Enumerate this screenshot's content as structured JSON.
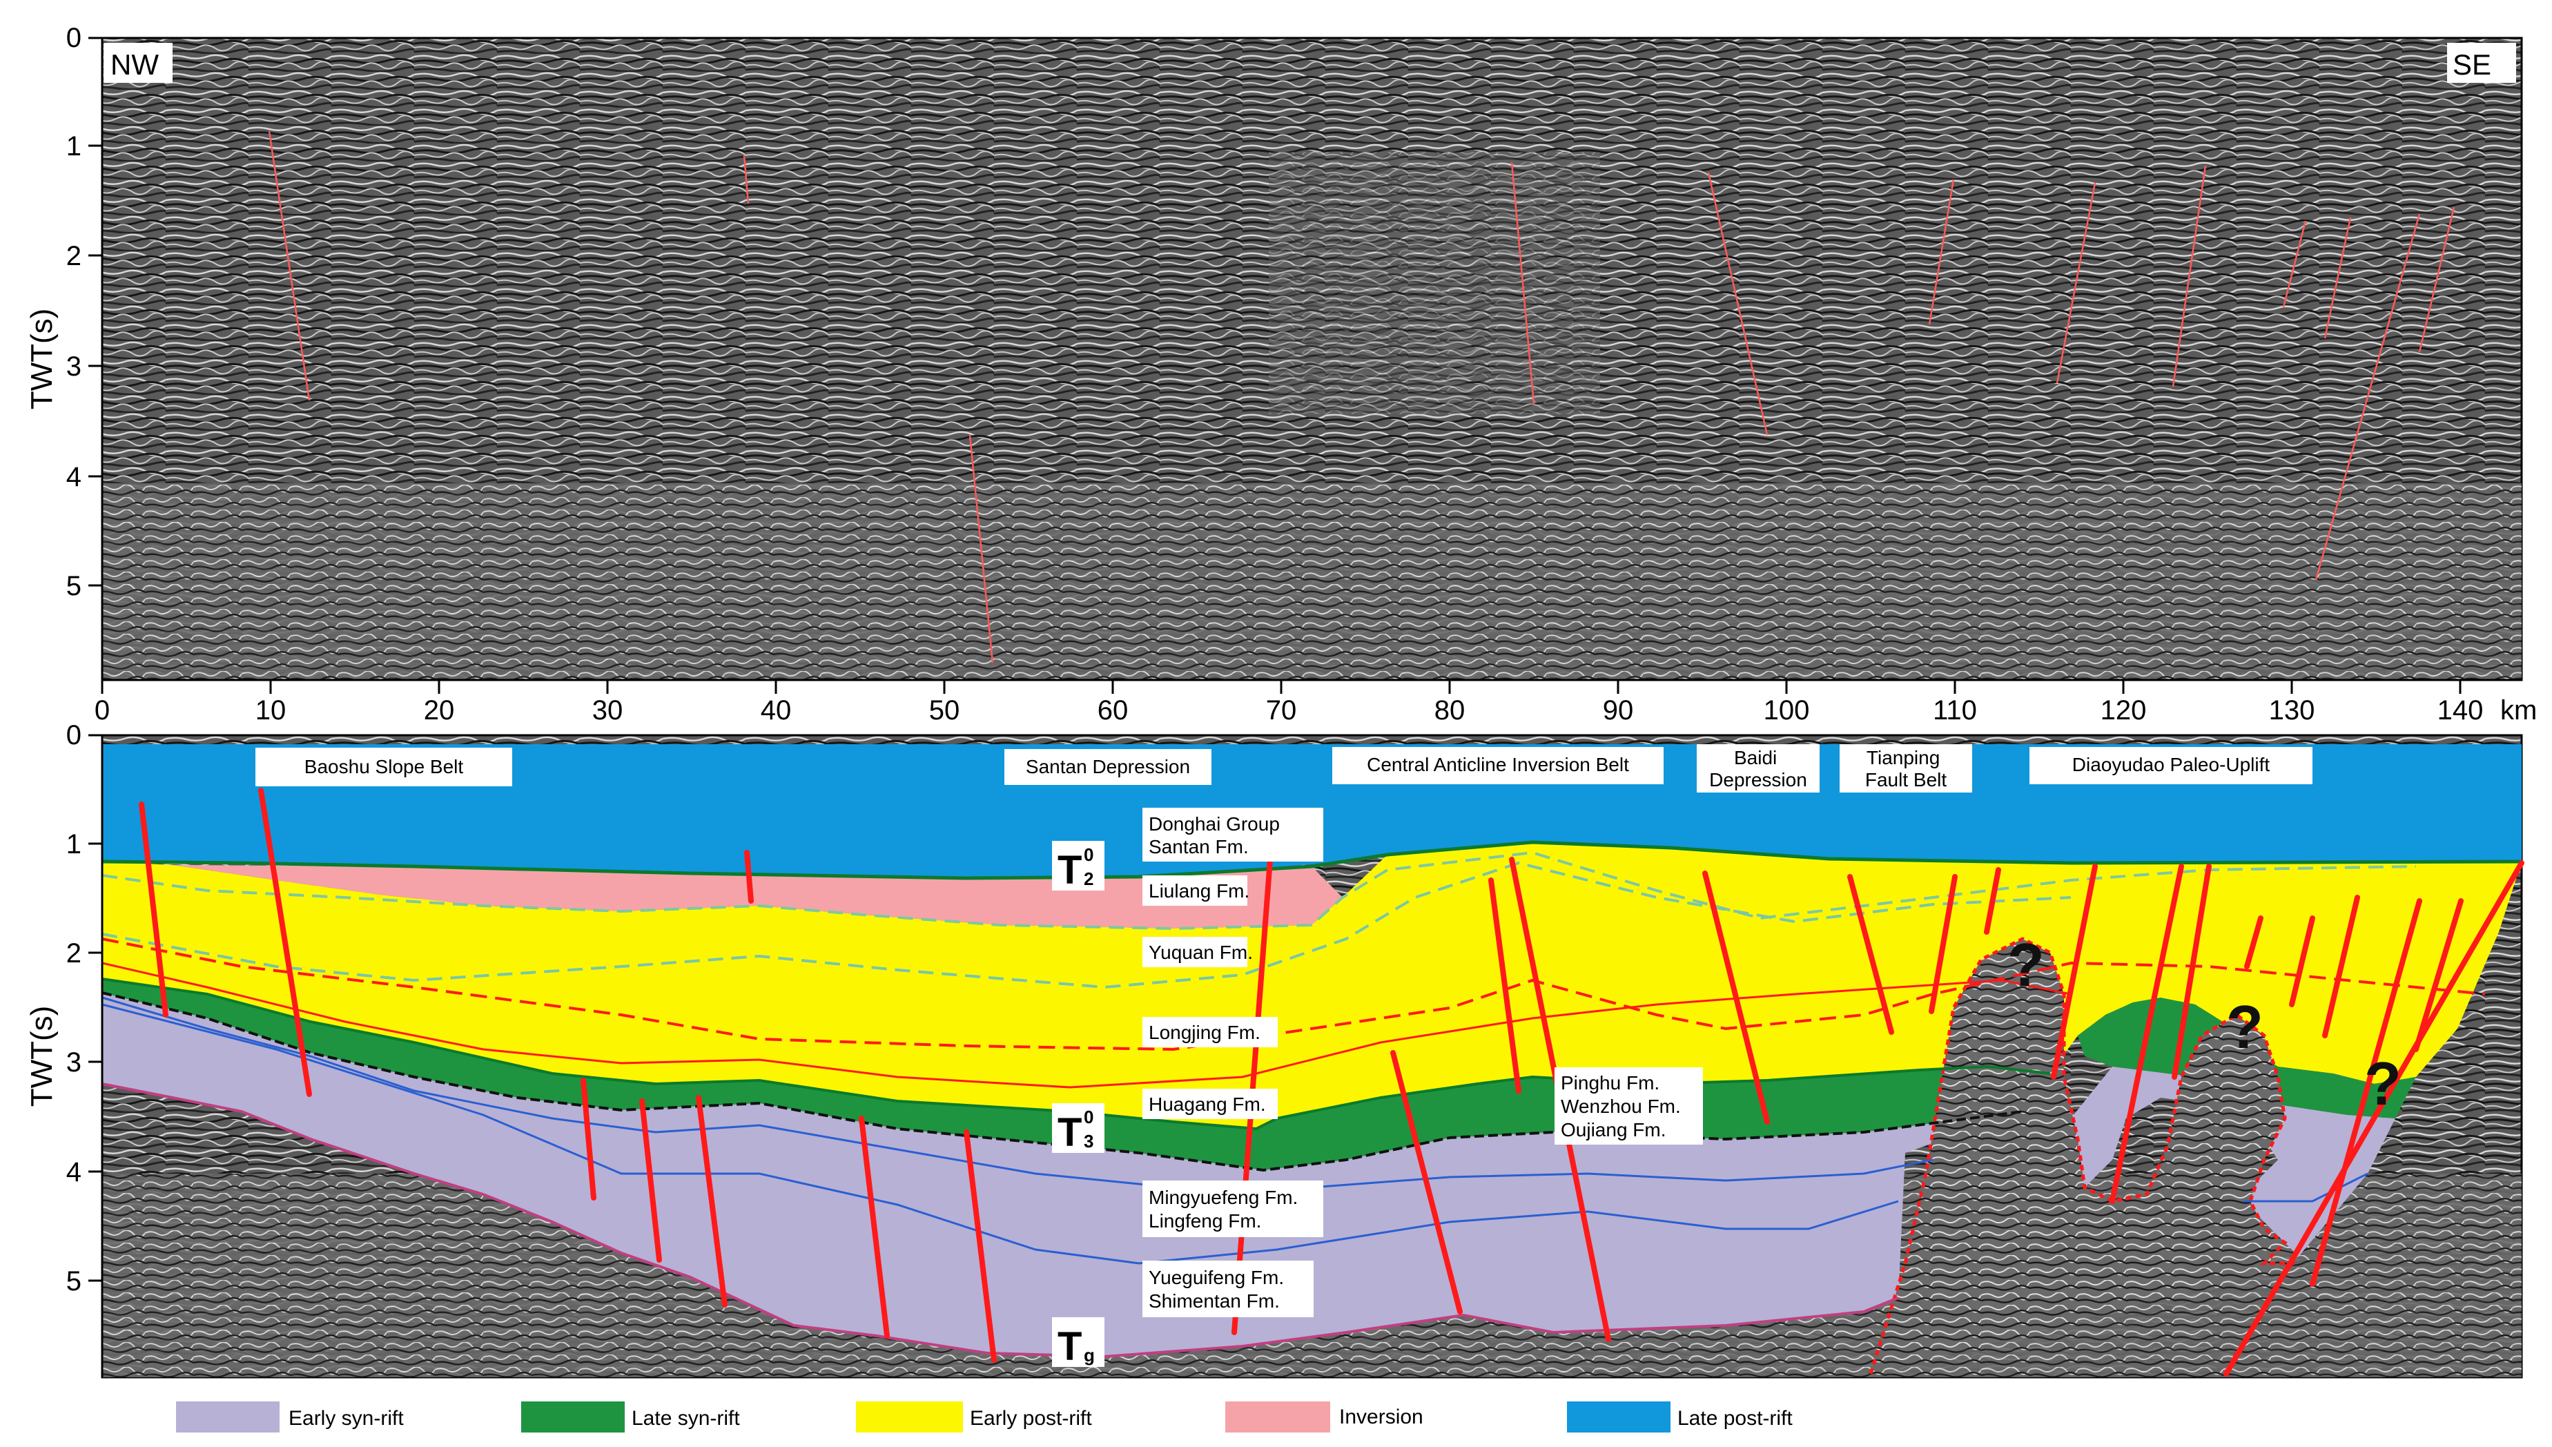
{
  "top_section": {
    "left_label": "NW",
    "right_label": "SE",
    "y_axis_label": "TWT(s)",
    "y_ticks": [
      "0",
      "1",
      "2",
      "3",
      "4",
      "5"
    ],
    "x_ticks": [
      "0",
      "10",
      "20",
      "30",
      "40",
      "50",
      "60",
      "70",
      "80",
      "90",
      "100",
      "110",
      "120",
      "130",
      "140"
    ],
    "x_unit": "km"
  },
  "bottom_section": {
    "y_axis_label": "TWT(s)",
    "y_ticks": [
      "0",
      "1",
      "2",
      "3",
      "4",
      "5"
    ],
    "units": [
      "Baoshu Slope Belt",
      "Santan Depression",
      "Central Anticline Inversion Belt",
      "Baidi\nDepression",
      "Tianping\nFault Belt",
      "Diaoyudao Paleo-Uplift"
    ],
    "formations": {
      "donghai": "Donghai Group\nSantan Fm.",
      "liulang": "Liulang Fm.",
      "yuquan": "Yuquan Fm.",
      "longjing": "Longjing Fm.",
      "huagang": "Huagang Fm.",
      "pinghu": "Pinghu Fm.\nWenzhou Fm.\nOujiang Fm.",
      "mingyuefeng": "Mingyuefeng Fm.\nLingfeng Fm.",
      "yueguifeng": "Yueguifeng Fm.\nShimentan Fm."
    },
    "horizons": {
      "t20": {
        "main": "T",
        "sup": "0",
        "sub": "2"
      },
      "t30": {
        "main": "T",
        "sup": "0",
        "sub": "3"
      },
      "tg": {
        "main": "T",
        "sub": "g"
      }
    },
    "question_mark": "?"
  },
  "legend": [
    {
      "label": "Early syn-rift",
      "color": "#b7b1d6"
    },
    {
      "label": "Late syn-rift",
      "color": "#1e9440"
    },
    {
      "label": "Early post-rift",
      "color": "#fcf700"
    },
    {
      "label": "Inversion",
      "color": "#f5a3a9"
    },
    {
      "label": "Late post-rift",
      "color": "#1197dc"
    }
  ],
  "colors": {
    "seismic": "#4d4d4d",
    "fault": "#ff1a1a",
    "horizon_blue": "#2a5fd0",
    "basement_pink": "#c04080"
  }
}
